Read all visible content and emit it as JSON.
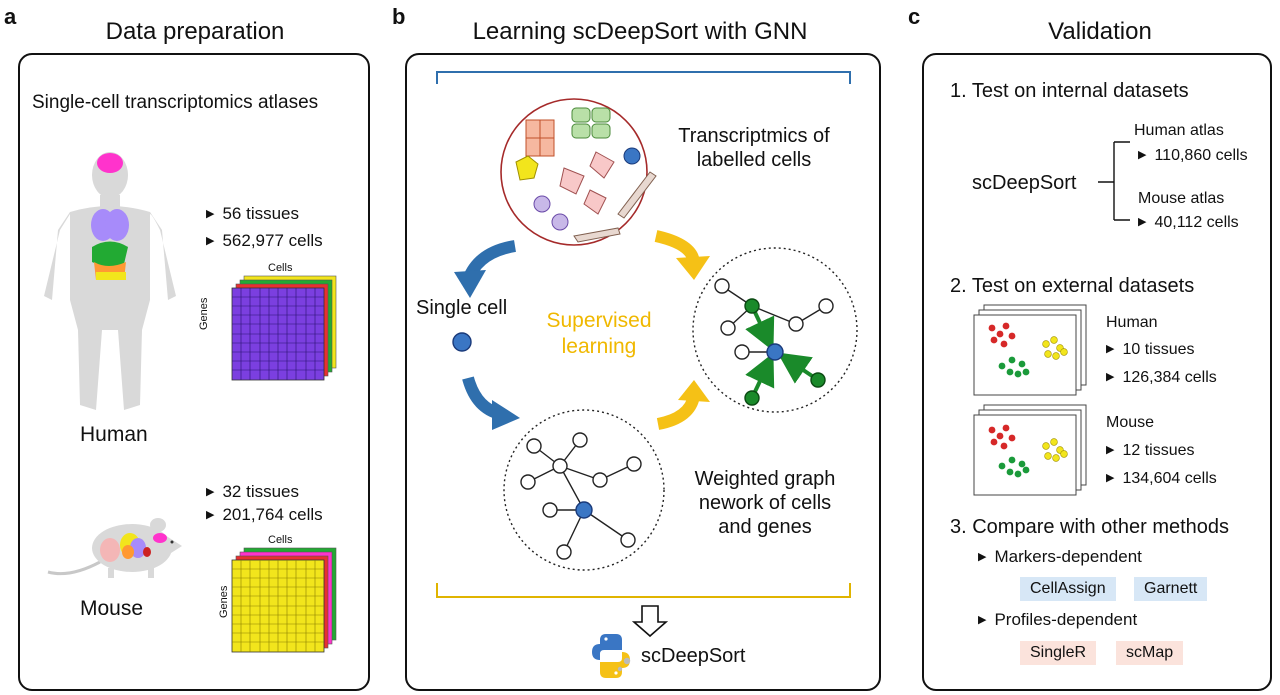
{
  "panels": {
    "a": {
      "letter": "a",
      "title": "Data preparation",
      "atlas_title": "Single-cell transcriptomics atlases",
      "human": {
        "label": "Human",
        "tissues": "56 tissues",
        "cells": "562,977 cells",
        "matrix_cols": "Cells",
        "matrix_rows": "Genes"
      },
      "mouse": {
        "label": "Mouse",
        "tissues": "32 tissues",
        "cells": "201,764 cells",
        "matrix_cols": "Cells",
        "matrix_rows": "Genes"
      }
    },
    "b": {
      "letter": "b",
      "title": "Learning scDeepSort with GNN",
      "labelled_cells": [
        "Transcriptmics of",
        "labelled cells"
      ],
      "single_cell": "Single cell",
      "supervised": [
        "Supervised",
        "learning"
      ],
      "weighted": [
        "Weighted graph",
        "nework of cells",
        "and genes"
      ],
      "output": "scDeepSort"
    },
    "c": {
      "letter": "c",
      "title": "Validation",
      "s1": {
        "heading": "1. Test on internal datasets",
        "root": "scDeepSort",
        "human_atlas": "Human atlas",
        "human_cells": "110,860 cells",
        "mouse_atlas": "Mouse atlas",
        "mouse_cells": "40,112 cells"
      },
      "s2": {
        "heading": "2. Test on external datasets",
        "human": {
          "label": "Human",
          "tissues": "10 tissues",
          "cells": "126,384 cells"
        },
        "mouse": {
          "label": "Mouse",
          "tissues": "12 tissues",
          "cells": "134,604 cells"
        }
      },
      "s3": {
        "heading": "3. Compare with other methods",
        "markers": "Markers-dependent",
        "marker_methods": [
          "CellAssign",
          "Garnett"
        ],
        "profiles": "Profiles-dependent",
        "profile_methods": [
          "SingleR",
          "scMap"
        ]
      }
    }
  },
  "colors": {
    "blue_arrow": "#2f6fad",
    "yellow_arrow": "#f5c116",
    "supervised_text": "#f0b800",
    "circle_border": "#a52a2a",
    "gnn_green": "#1a8a2a",
    "cell_blue": "#3a76c4",
    "human_matrix": "#7b3fe0",
    "mouse_matrix": "#f2e51c"
  }
}
